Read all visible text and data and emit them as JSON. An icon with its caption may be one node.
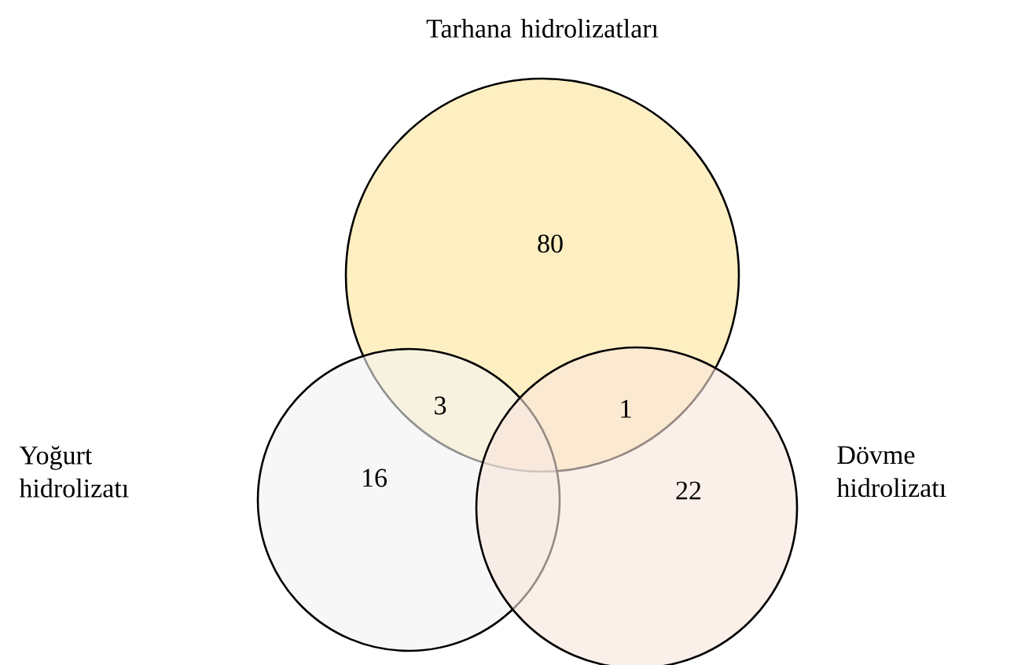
{
  "diagram": {
    "nodes": [
      {
        "text": [
          "Tarhana hidrolizatları",
          "80"
        ]
      },
      {
        "text": [
          "Yoğurt hidrolizatı",
          "16"
        ]
      },
      {
        "text": [
          "22",
          "Dövme hidrolizatı"
        ]
      }
    ],
    "labels": [
      "3",
      "1"
    ]
  }
}
